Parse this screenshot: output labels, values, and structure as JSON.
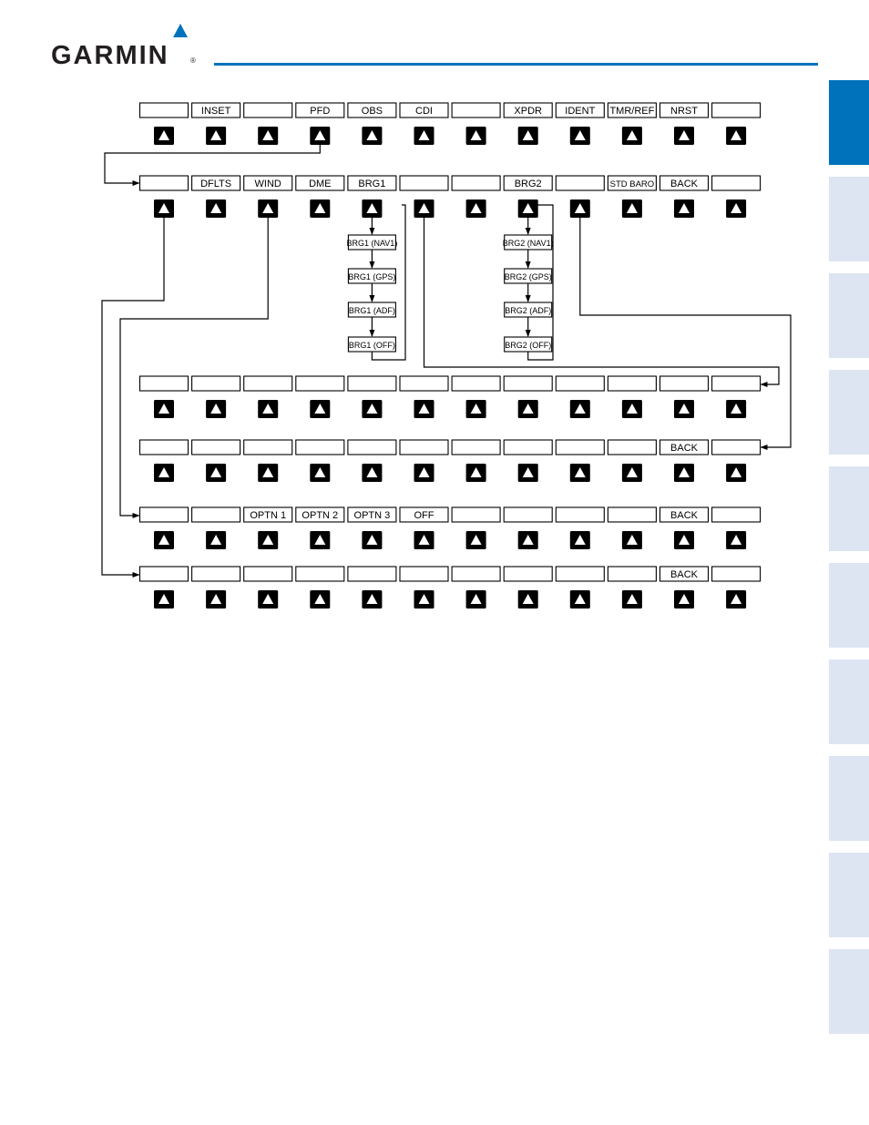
{
  "brand": {
    "logo_text": "GARMIN",
    "registered_mark": "®",
    "accent_color": "#0072bc"
  },
  "side_tabs": {
    "count": 10,
    "active_index": 0,
    "active_color": "#0072bc",
    "inactive_color": "#dde4f2"
  },
  "softkey_rows": [
    {
      "labels": [
        "",
        "INSET",
        "",
        "PFD",
        "OBS",
        "CDI",
        "",
        "XPDR",
        "IDENT",
        "TMR/REF",
        "NRST",
        ""
      ]
    },
    {
      "labels": [
        "",
        "DFLTS",
        "WIND",
        "DME",
        "BRG1",
        "",
        "",
        "BRG2",
        "",
        "STD BARO",
        "BACK",
        ""
      ]
    },
    {
      "labels": [
        "",
        "",
        "",
        "",
        "",
        "",
        "",
        "",
        "",
        "",
        "",
        ""
      ]
    },
    {
      "labels": [
        "",
        "",
        "",
        "",
        "",
        "",
        "",
        "",
        "",
        "",
        "BACK",
        ""
      ]
    },
    {
      "labels": [
        "",
        "",
        "OPTN 1",
        "OPTN 2",
        "OPTN 3",
        "OFF",
        "",
        "",
        "",
        "",
        "BACK",
        ""
      ]
    },
    {
      "labels": [
        "",
        "",
        "",
        "",
        "",
        "",
        "",
        "",
        "",
        "",
        "BACK",
        ""
      ]
    }
  ],
  "brg1_cycle": [
    "BRG1 (NAV1)",
    "BRG1 (GPS)",
    "BRG1 (ADF)",
    "BRG1 (OFF)"
  ],
  "brg2_cycle": [
    "BRG2 (NAV1)",
    "BRG2 (GPS)",
    "BRG2 (ADF)",
    "BRG2 (OFF)"
  ]
}
